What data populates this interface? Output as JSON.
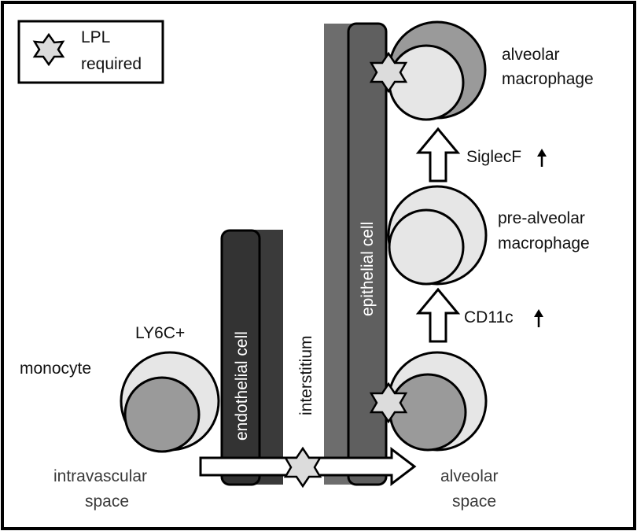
{
  "legend": {
    "line1": "LPL",
    "line2": "required"
  },
  "labels": {
    "alveolar_macrophage_1": "alveolar",
    "alveolar_macrophage_2": "macrophage",
    "siglecf": "SiglecF",
    "pre_alveolar_1": "pre-alveolar",
    "pre_alveolar_2": "macrophage",
    "cd11c": "CD11c",
    "ly6c": "LY6C+",
    "monocyte": "monocyte",
    "endothelial_cell": "endothelial cell",
    "interstitium": "interstitium",
    "epithelial_cell": "epithelial cell",
    "intravascular_1": "intravascular",
    "intravascular_2": "space",
    "alveolar_space_1": "alveolar",
    "alveolar_space_2": "space"
  },
  "colors": {
    "endothelial": "#333333",
    "epithelial": "#5f5f5f",
    "cell_light": "#e6e6e6",
    "cell_mid": "#9a9a9a",
    "star_fill": "#dcdcdc"
  }
}
